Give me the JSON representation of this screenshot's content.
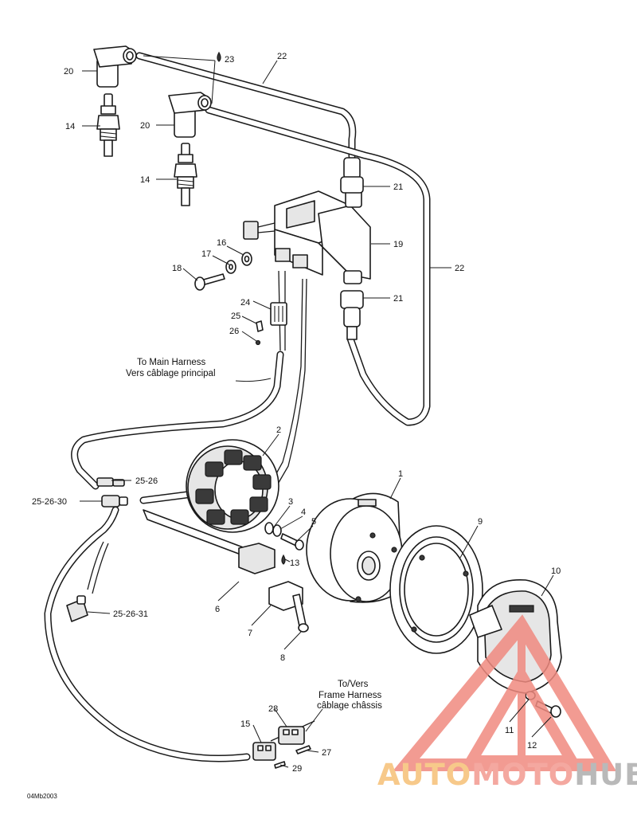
{
  "callouts": {
    "c1": "1",
    "c2": "2",
    "c3": "3",
    "c4": "4",
    "c5": "5",
    "c6": "6",
    "c7": "7",
    "c8": "8",
    "c9": "9",
    "c10": "10",
    "c11": "11",
    "c12": "12",
    "c13": "13",
    "c14a": "14",
    "c14b": "14",
    "c15": "15",
    "c16": "16",
    "c17": "17",
    "c18": "18",
    "c19": "19",
    "c20a": "20",
    "c20b": "20",
    "c21a": "21",
    "c21b": "21",
    "c22a": "22",
    "c22b": "22",
    "c23": "23",
    "c24": "24",
    "c25": "25",
    "c26": "26",
    "c27": "27",
    "c28": "28",
    "c29": "29",
    "c2526": "25-26",
    "c252630": "25-26-30",
    "c252631": "25-26-31"
  },
  "notes": {
    "main_harness_en": "To Main Harness",
    "main_harness_fr": "Vers câblage principal",
    "frame_harness_1": "To/Vers",
    "frame_harness_2": "Frame Harness",
    "frame_harness_3": "câblage châssis"
  },
  "figure_code": "04Mb2003",
  "watermark": {
    "word1": "AUTO",
    "word2": "MOTO",
    "word3": "HUB",
    "colors": {
      "triangle": "#f08a80",
      "auto": "#f7c98a",
      "moto": "#f4a8a0",
      "hub": "#b9b9b9"
    }
  }
}
